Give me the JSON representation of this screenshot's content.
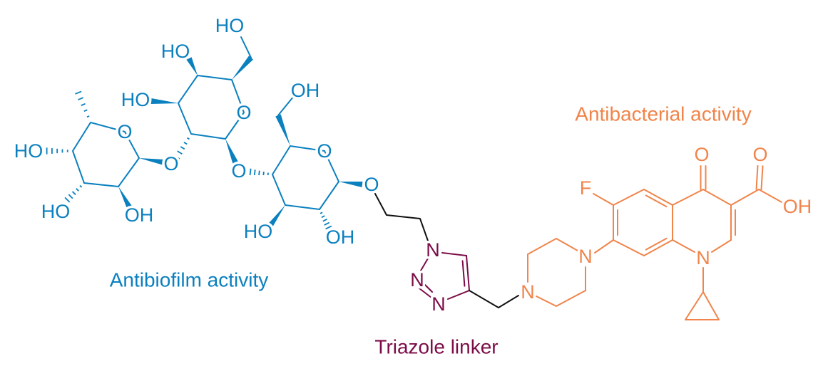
{
  "captions": {
    "antibiofilm": "Antibiofilm activity",
    "antibacterial": "Antibacterial activity",
    "linker": "Triazole linker"
  },
  "atoms": {
    "sugar": [
      "HO",
      "O",
      "O",
      "HO",
      "OH",
      "HO",
      "HO",
      "O",
      "HO",
      "O",
      "OH",
      "O",
      "HO",
      "OH",
      "O"
    ],
    "triazole": [
      "N",
      "N",
      "N"
    ],
    "quinolone": [
      "N",
      "N",
      "N",
      "F",
      "O",
      "O",
      "OH"
    ]
  },
  "colors": {
    "antibiofilm": "#0b80bf",
    "antibacterial": "#f0844a",
    "linker": "#7b0c47",
    "bond": "#111111"
  }
}
